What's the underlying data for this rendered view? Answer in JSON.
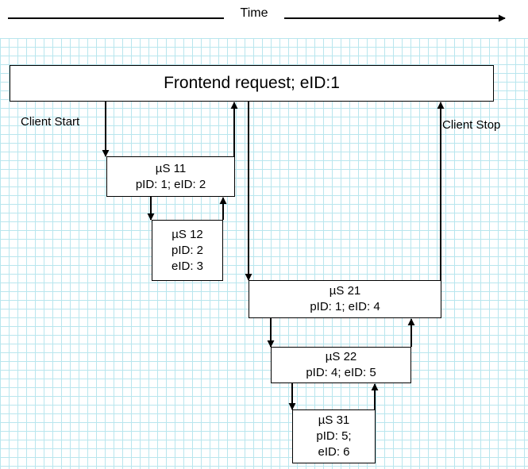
{
  "time_label": "Time",
  "frontend": {
    "title": "Frontend request; eID:1"
  },
  "annotations": {
    "client_start": "Client Start",
    "client_stop": "Client Stop"
  },
  "services": {
    "s11": {
      "name": "µS 11",
      "ids": "pID: 1; eID: 2"
    },
    "s12": {
      "name": "µS 12",
      "pid": "pID: 2",
      "eid": "eID: 3"
    },
    "s21": {
      "name": "µS 21",
      "ids": "pID: 1; eID: 4"
    },
    "s22": {
      "name": "µS 22",
      "ids": "pID: 4; eID: 5"
    },
    "s31": {
      "name": "µS 31",
      "pid": "pID: 5;",
      "eid": "eID: 6"
    }
  },
  "colors": {
    "grid": "#b9e6ee",
    "line": "#000000",
    "box_fill": "#ffffff"
  }
}
